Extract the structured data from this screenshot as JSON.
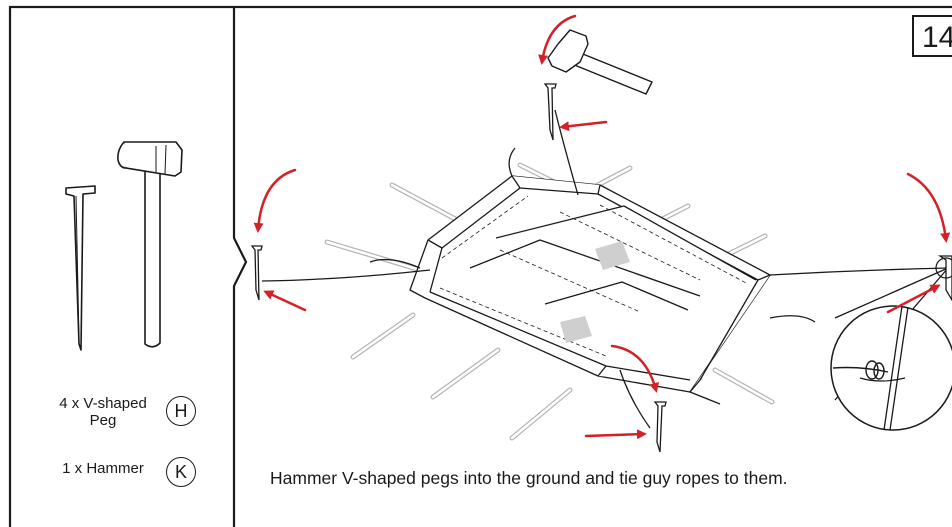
{
  "step_number": "14",
  "parts": [
    {
      "label": "4 x V-shaped\nPeg",
      "letter": "H"
    },
    {
      "label": "1 x Hammer",
      "letter": "K"
    }
  ],
  "instruction": "Hammer V-shaped pegs into the ground and tie guy ropes to them.",
  "colors": {
    "arrow": "#d42027",
    "line": "#1a1a1a",
    "pole": "#bbbbbb"
  }
}
